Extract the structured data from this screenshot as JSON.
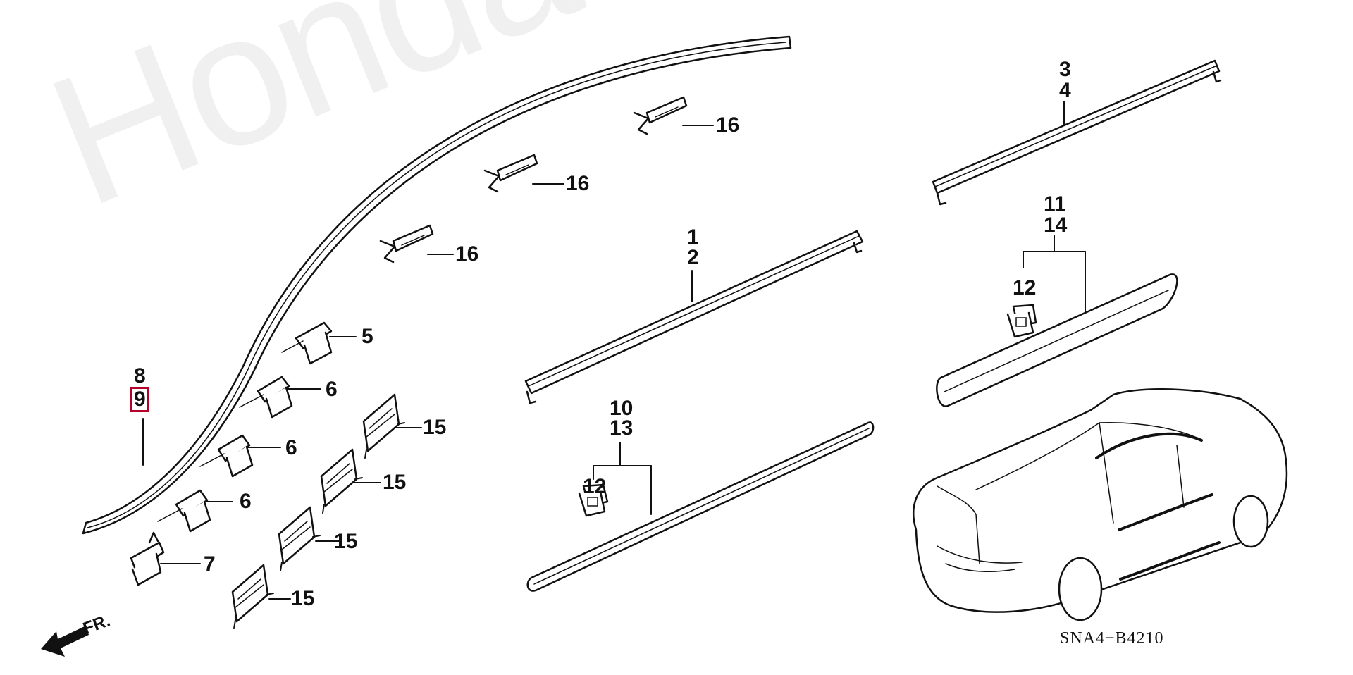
{
  "watermark": "HondaCarMine.ru",
  "diagram_code": "SNA4−B4210",
  "direction_label": "FR.",
  "highlight_color": "#b5002a",
  "callouts": {
    "c1": "1",
    "c2": "2",
    "c3": "3",
    "c4": "4",
    "c5": "5",
    "c6a": "6",
    "c6b": "6",
    "c6c": "6",
    "c7": "7",
    "c8": "8",
    "c9": "9",
    "c10": "10",
    "c13": "13",
    "c11": "11",
    "c14": "14",
    "c12a": "12",
    "c12b": "12",
    "c15a": "15",
    "c15b": "15",
    "c15c": "15",
    "c15d": "15",
    "c16a": "16",
    "c16b": "16",
    "c16c": "16"
  }
}
